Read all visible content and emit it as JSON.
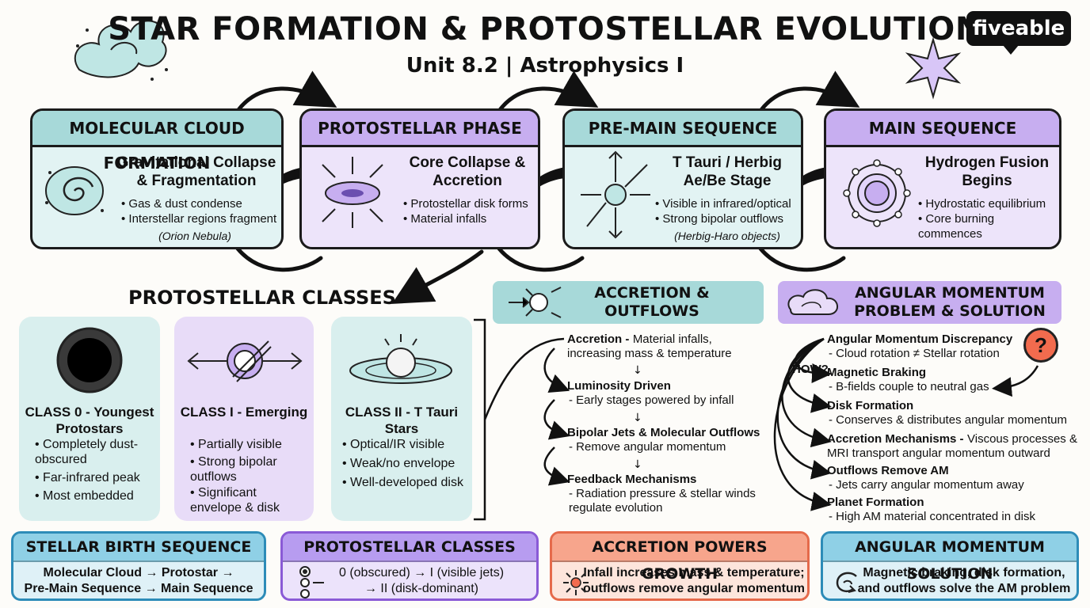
{
  "header": {
    "title": "STAR FORMATION & PROTOSTELLAR EVOLUTION",
    "subtitle": "Unit 8.2 | Astrophysics I",
    "logo": "fiveable"
  },
  "stages": [
    {
      "title": "MOLECULAR CLOUD FORMATION",
      "main": "Gravitational Collapse & Fragmentation",
      "bullets": [
        "• Gas & dust condense",
        "• Interstellar regions fragment"
      ],
      "note": "(Orion Nebula)",
      "icon": "spiral-cloud-icon"
    },
    {
      "title": "PROTOSTELLAR PHASE",
      "main": "Core Collapse & Accretion",
      "bullets": [
        "• Protostellar disk forms",
        "• Material infalls"
      ],
      "note": "",
      "icon": "accretion-disk-icon"
    },
    {
      "title": "PRE-MAIN SEQUENCE",
      "main": "T Tauri / Herbig Ae/Be Stage",
      "bullets": [
        "• Visible in infrared/optical",
        "• Strong bipolar outflows"
      ],
      "note": "(Herbig-Haro objects)",
      "icon": "radiating-star-icon"
    },
    {
      "title": "MAIN SEQUENCE",
      "main": "Hydrogen Fusion Begins",
      "bullets": [
        "• Hydrostatic equilibrium",
        "• Core burning commences"
      ],
      "note": "",
      "icon": "fusion-star-icon"
    }
  ],
  "classes": {
    "heading": "PROTOSTELLAR CLASSES",
    "items": [
      {
        "title": "CLASS 0 - Youngest Protostars",
        "bullets": [
          "• Completely dust-obscured",
          "• Far-infrared peak",
          "• Most embedded"
        ],
        "icon": "black-core-icon"
      },
      {
        "title": "CLASS I - Emerging",
        "bullets": [
          "• Partially visible",
          "• Strong bipolar outflows",
          "• Significant envelope & disk"
        ],
        "icon": "bipolar-jet-icon"
      },
      {
        "title": "CLASS II - T Tauri Stars",
        "bullets": [
          "• Optical/IR visible",
          "• Weak/no envelope",
          "• Well-developed disk"
        ],
        "icon": "disk-star-icon"
      }
    ]
  },
  "accretion": {
    "heading": "ACCRETION & OUTFLOWS",
    "items": [
      {
        "title": "Accretion -",
        "desc": "Material infalls, increasing mass & temperature"
      },
      {
        "title": "Luminosity Driven",
        "desc": "- Early stages powered by infall"
      },
      {
        "title": "Bipolar Jets & Molecular Outflows",
        "desc": "- Remove angular momentum"
      },
      {
        "title": "Feedback Mechanisms",
        "desc": "- Radiation pressure & stellar winds regulate evolution"
      }
    ]
  },
  "angular": {
    "heading": "ANGULAR MOMENTUM PROBLEM & SOLUTION",
    "how": "HOW?",
    "question": "?",
    "items": [
      {
        "title": "Angular Momentum Discrepancy",
        "desc": "- Cloud rotation ≠ Stellar rotation"
      },
      {
        "title": "Magnetic Braking",
        "desc": "- B-fields couple to neutral gas"
      },
      {
        "title": "Disk Formation",
        "desc": "- Conserves & distributes angular momentum"
      },
      {
        "title": "Accretion Mechanisms -",
        "desc": "Viscous processes & MRI transport angular momentum outward"
      },
      {
        "title": "Outflows Remove AM",
        "desc": "- Jets carry angular momentum away"
      },
      {
        "title": "Planet Formation",
        "desc": "- High AM material concentrated in disk"
      }
    ]
  },
  "summaries": [
    {
      "title": "STELLAR BIRTH SEQUENCE",
      "line1": "Molecular Cloud → Protostar →",
      "line2": "Pre-Main Sequence → Main Sequence",
      "border": "#2d8cb8",
      "head": "#8fd0e6",
      "body": "#dff1f7"
    },
    {
      "title": "PROTOSTELLAR CLASSES",
      "line1": "0 (obscured) → I (visible jets)",
      "line2": "→ II (disk-dominant)",
      "border": "#8a5ad6",
      "head": "#b79cf0",
      "body": "#ece3fb"
    },
    {
      "title": "ACCRETION POWERS GROWTH",
      "line1": "Infall increases mass & temperature;",
      "line2": "outflows remove angular momentum",
      "border": "#e56a4b",
      "head": "#f7a58c",
      "body": "#fde5dc"
    },
    {
      "title": "ANGULAR MOMENTUM SOLUTION",
      "line1": "Magnetic braking, disk formation,",
      "line2": "and outflows solve the AM problem",
      "border": "#2d8cb8",
      "head": "#8fd0e6",
      "body": "#dff1f7"
    }
  ],
  "colors": {
    "teal": "#a7d9d9",
    "lavender": "#c7aef0",
    "coral": "#f26b4e",
    "ink": "#1b1b1b"
  }
}
